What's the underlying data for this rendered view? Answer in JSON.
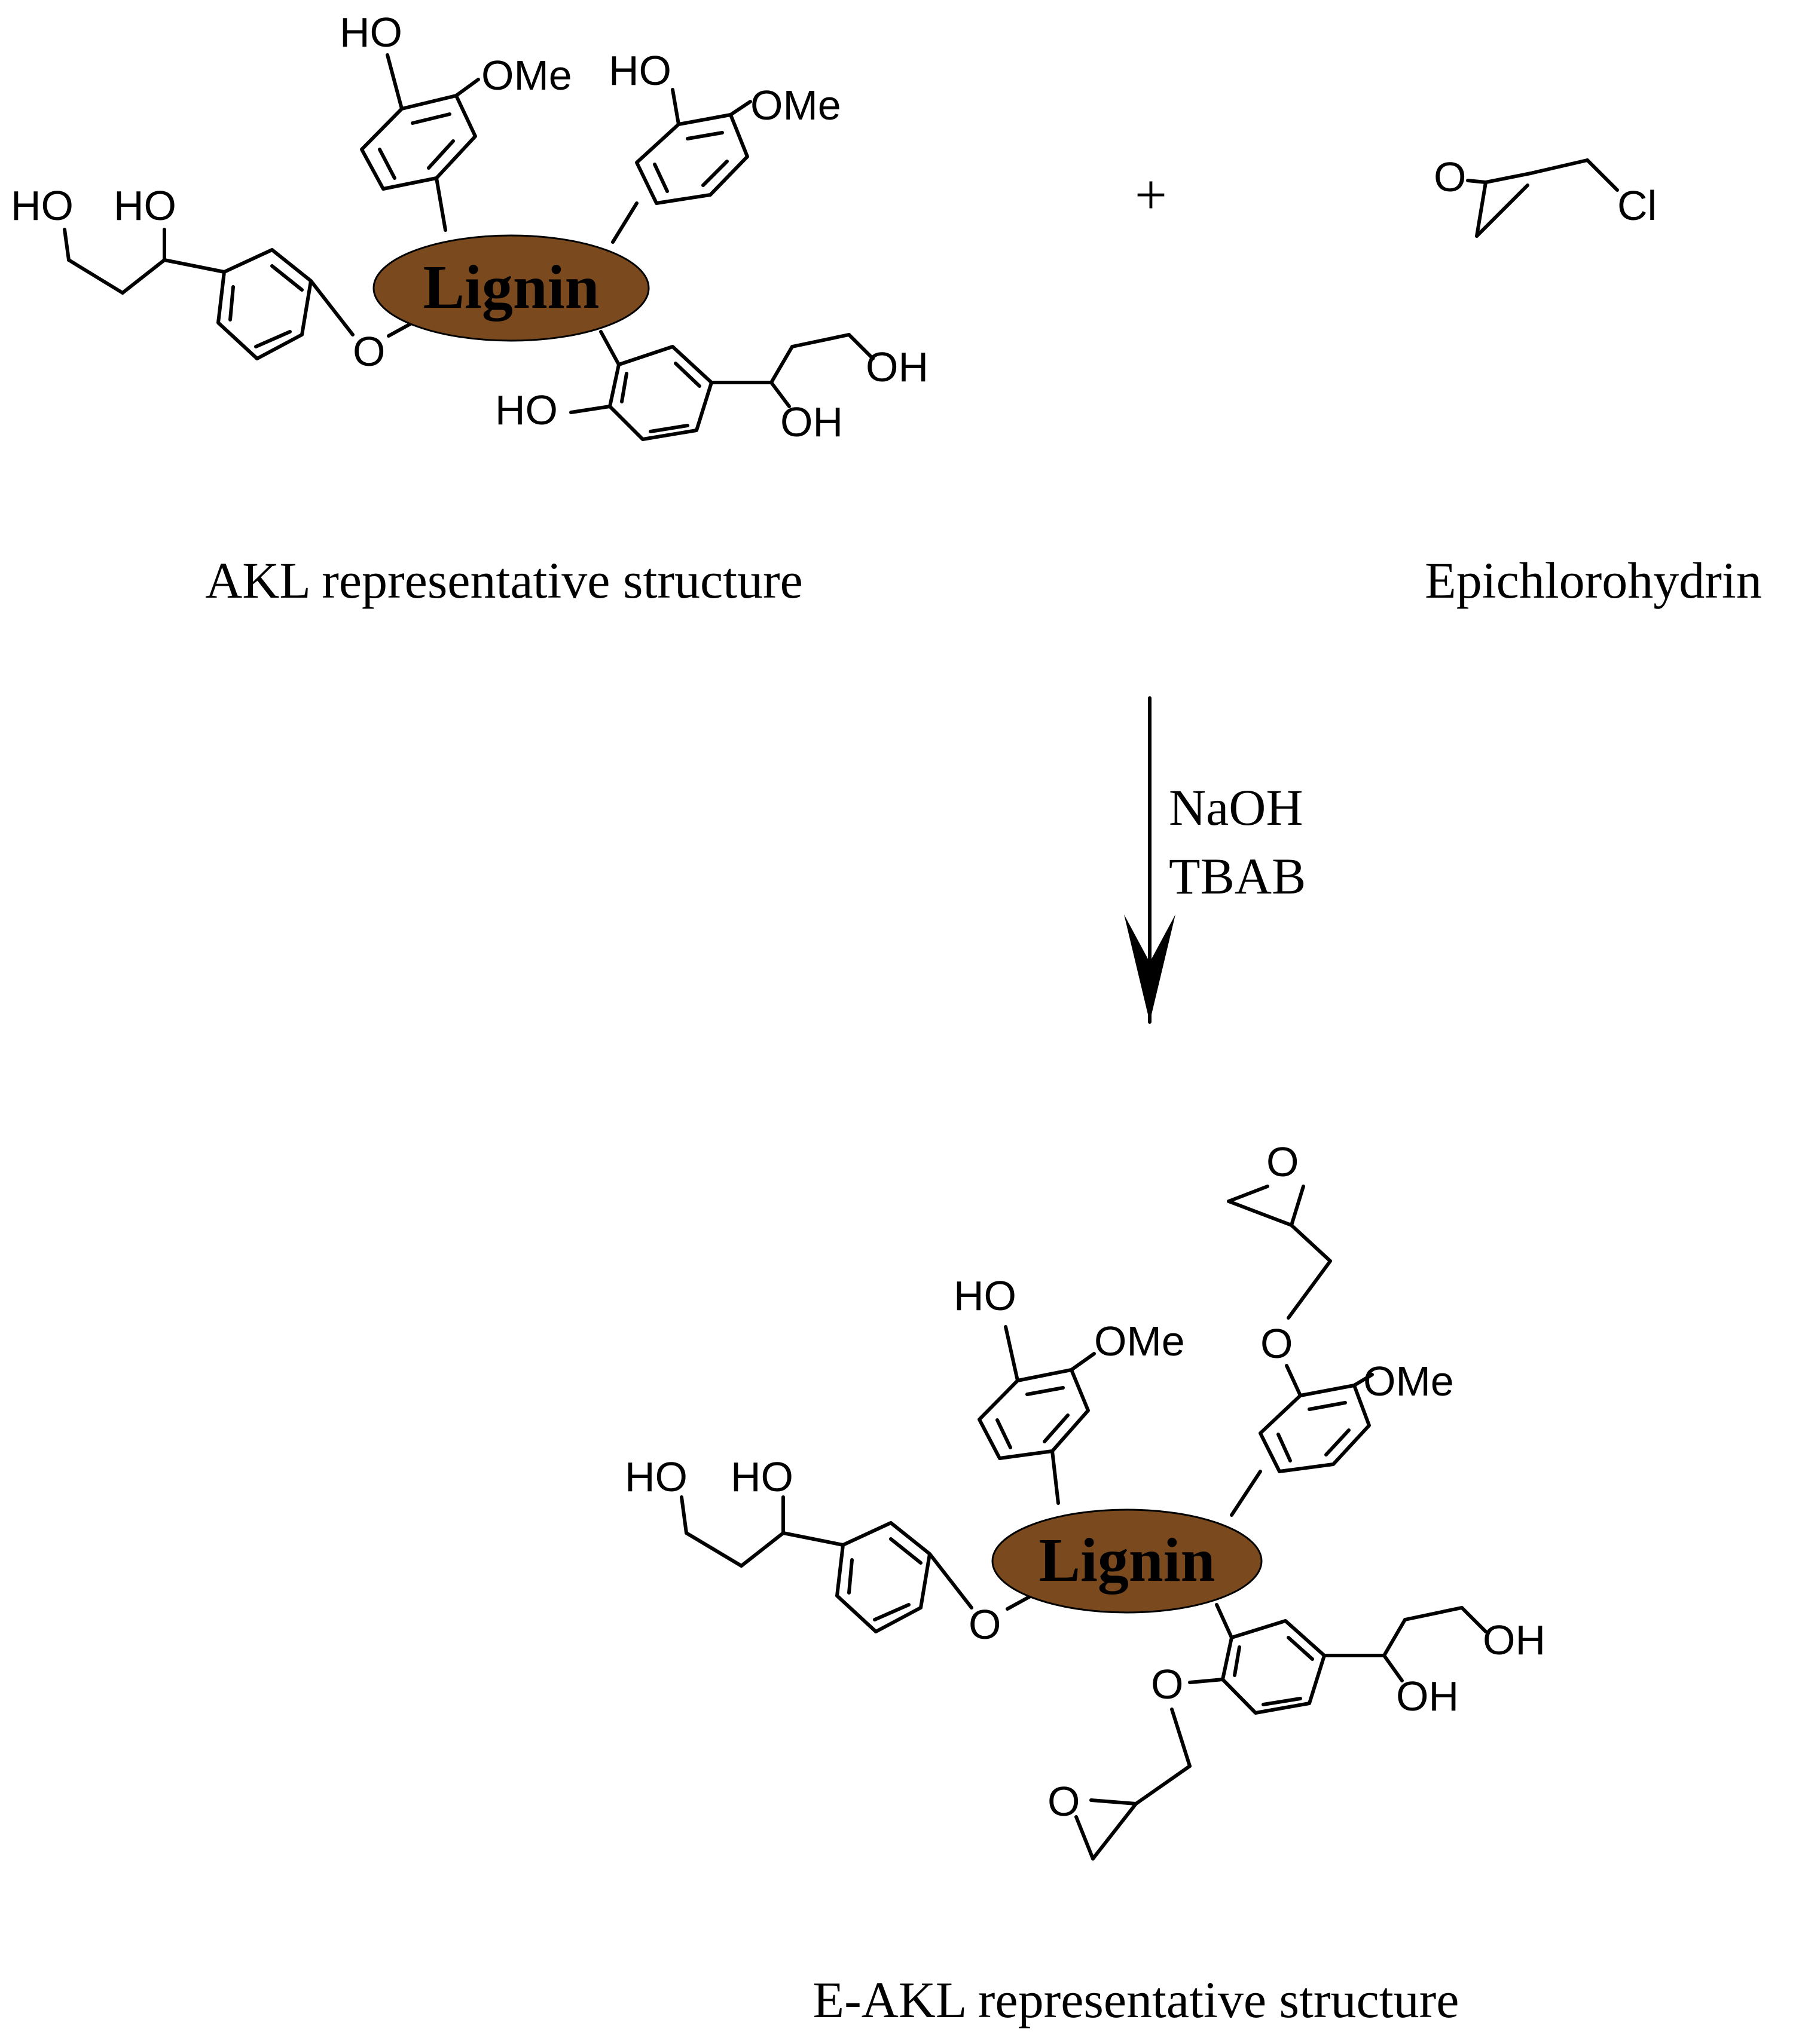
{
  "colors": {
    "lignin_core": "#7a4a1e",
    "ink": "#000000",
    "background": "#ffffff"
  },
  "captions": {
    "reactant": "AKL representative structure",
    "reagent": "Epichlorohydrin",
    "product": "E-AKL representative structure"
  },
  "operator": "+",
  "conditions": [
    "NaOH",
    "TBAB"
  ],
  "core_label": "Lignin",
  "atoms": {
    "ho": "HO",
    "oh": "OH",
    "ome": "OMe",
    "o": "O",
    "cl": "Cl"
  }
}
